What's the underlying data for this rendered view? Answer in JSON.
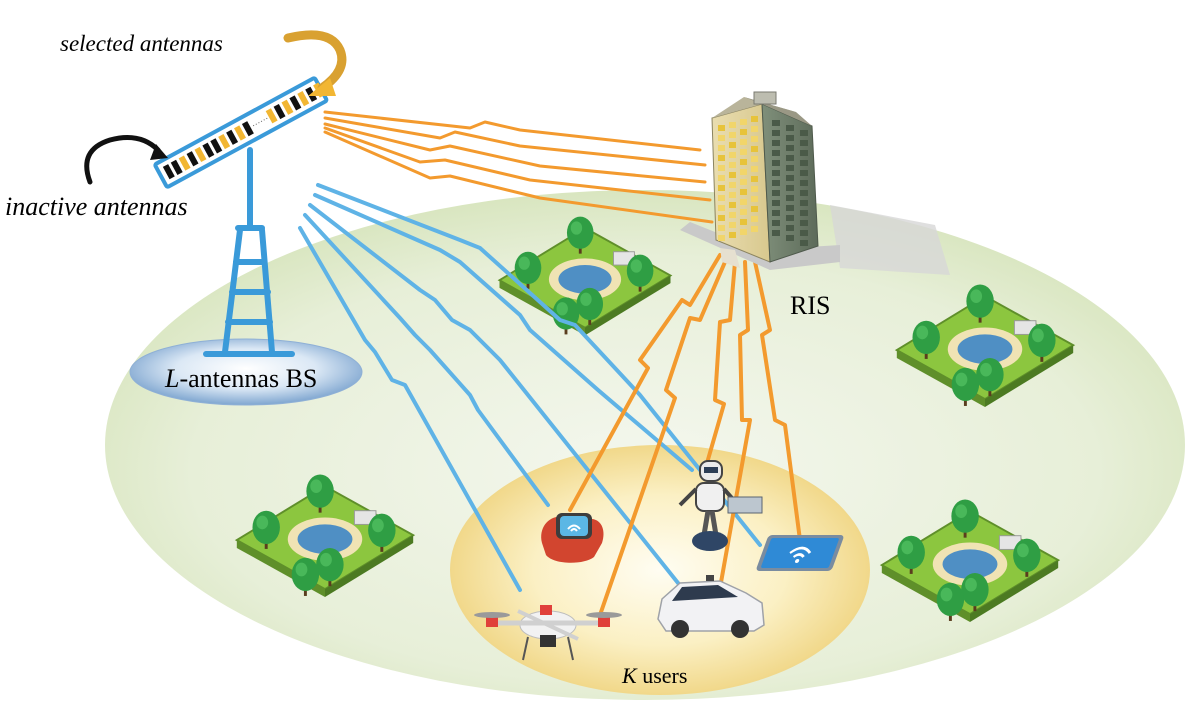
{
  "labels": {
    "selected_antennas": "selected antennas",
    "inactive_antennas": "inactive antennas",
    "bs_var": "L",
    "bs_rest": "-antennas BS",
    "ris": "RIS",
    "users_var": "K",
    "users_rest": " users"
  },
  "colors": {
    "direct_link": "#5fb3e6",
    "ris_link": "#f39a2e",
    "ground": "#dfeac9",
    "bs_tower": "#3a9ad9",
    "user_zone": "#f7e6a6",
    "selected_antenna": "#f2b632",
    "inactive_antenna": "#111111"
  },
  "icons": [
    "base-station-tower-icon",
    "antenna-array-icon",
    "building-icon",
    "park-icon",
    "smartwatch-icon",
    "drone-icon",
    "robot-icon",
    "car-icon",
    "tablet-icon",
    "wifi-icon"
  ]
}
